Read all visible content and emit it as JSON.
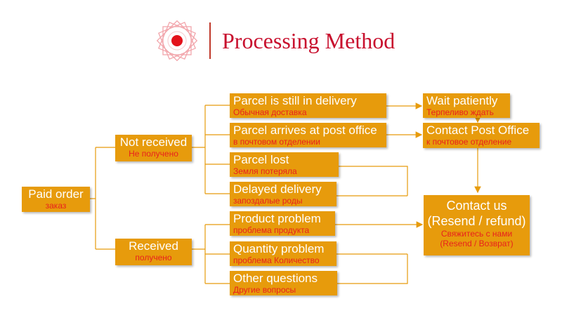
{
  "header": {
    "title": "Processing Method"
  },
  "nodes": {
    "paid_order": {
      "en": "Paid order",
      "ru": "заказ"
    },
    "not_received": {
      "en": "Not received",
      "ru": "Не получено"
    },
    "received": {
      "en": "Received",
      "ru": "получено"
    },
    "parcel_in_delivery": {
      "en": "Parcel is still in delivery",
      "ru": "Обычная доставка"
    },
    "parcel_post_office": {
      "en": "Parcel arrives at post office",
      "ru": "в почтовом отделении"
    },
    "parcel_lost": {
      "en": "Parcel lost",
      "ru": "Земля потеряла"
    },
    "delayed_delivery": {
      "en": "Delayed delivery",
      "ru": "запоздалые роды"
    },
    "product_problem": {
      "en": "Product problem",
      "ru": "проблема продукта"
    },
    "quantity_problem": {
      "en": "Quantity problem",
      "ru": "проблема Количество"
    },
    "other_questions": {
      "en": "Other questions",
      "ru": "Другие вопросы"
    },
    "wait_patiently": {
      "en": "Wait patiently",
      "ru": "Терпеливо ждать"
    },
    "contact_post_office": {
      "en": "Contact Post Office",
      "ru": "к почтовое отделение"
    },
    "contact_us": {
      "en1": "Contact us",
      "en2": "(Resend / refund)",
      "ru1": "Свяжитесь с нами",
      "ru2": "(Resend / Возврат)"
    }
  },
  "colors": {
    "node_fill": "#e79b0c",
    "title": "#c8102e",
    "english_text": "#ffffff",
    "russian_text": "#e8211d",
    "connector": "#e79b0c"
  }
}
